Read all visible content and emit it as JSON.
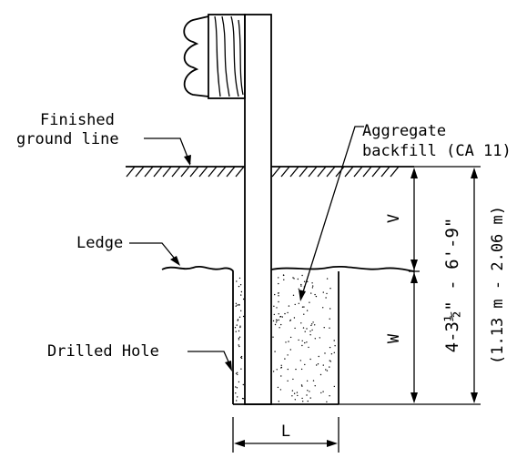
{
  "labels": {
    "finished_ground": [
      "Finished",
      "ground line"
    ],
    "aggregate": [
      "Aggregate",
      "backfill (CA 11)"
    ],
    "ledge": "Ledge",
    "drilled_hole": "Drilled Hole"
  },
  "dimensions": {
    "v": "V",
    "w": "W",
    "l": "L",
    "total_imperial": "4-3½\" - 6'-9\"",
    "total_metric": "(1.13 m - 2.06 m)"
  }
}
